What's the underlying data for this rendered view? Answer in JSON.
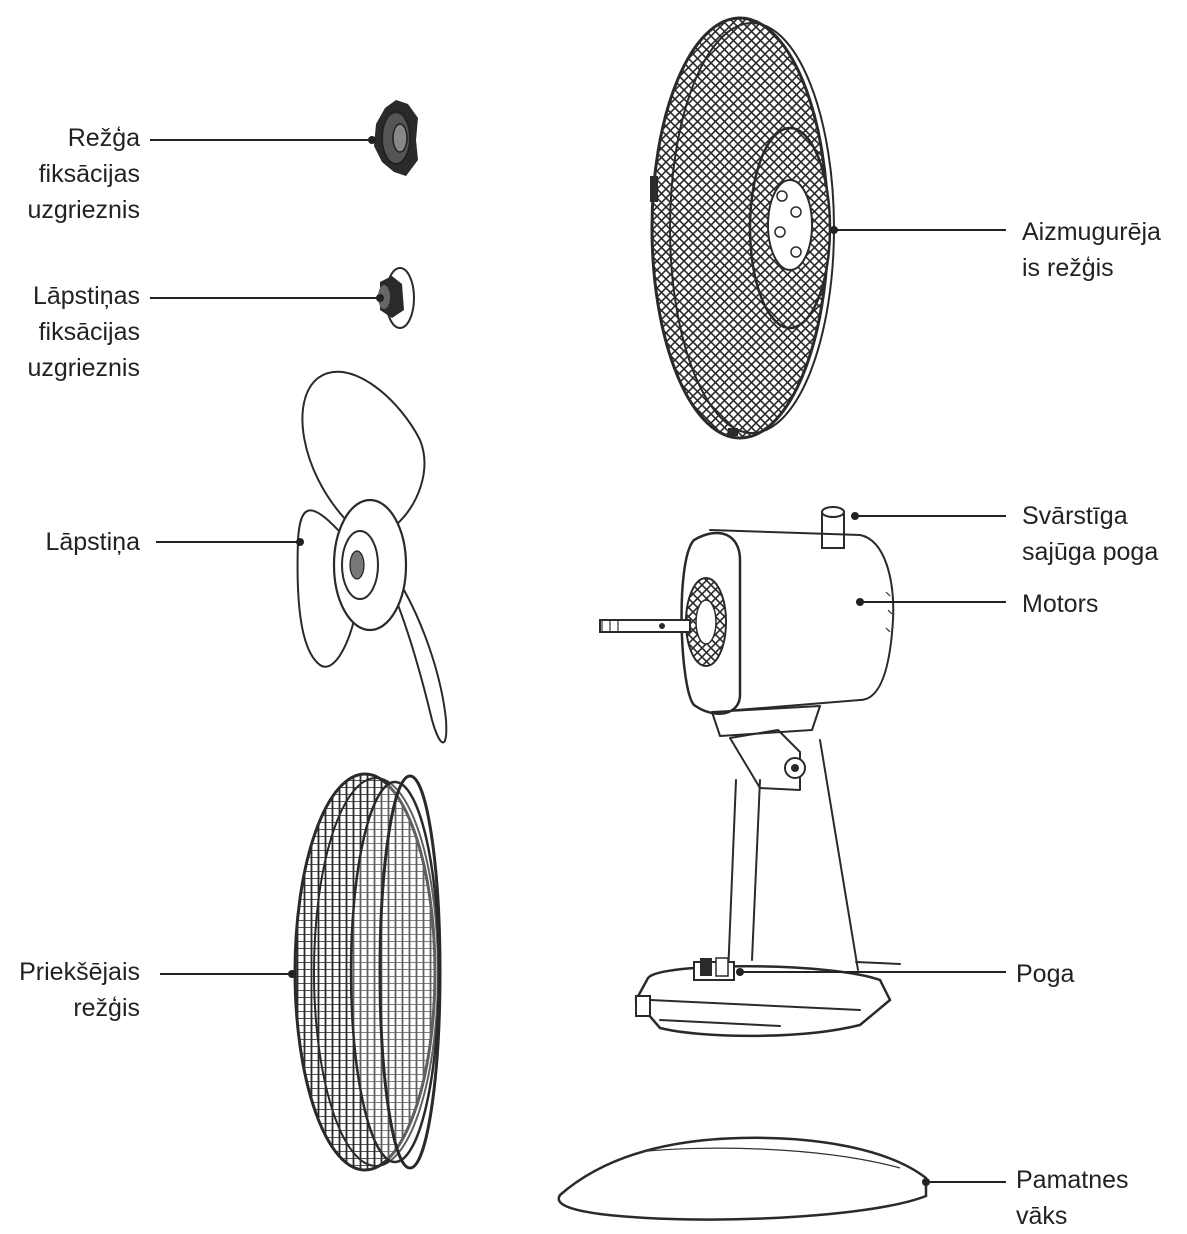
{
  "labels": {
    "grid_nut": [
      "Režģa",
      "fiksācijas",
      "uzgrieznis"
    ],
    "blade_nut": [
      "Lāpstiņas",
      "fiksācijas",
      "uzgrieznis"
    ],
    "blade": [
      "Lāpstiņa"
    ],
    "front_grille": [
      "Priekšējais",
      "režģis"
    ],
    "rear_grille": [
      "Aizmugurēja",
      "is režģis"
    ],
    "oscillation_knob": [
      "Svārstīga",
      "sajūga poga"
    ],
    "motor": [
      "Motors"
    ],
    "button": [
      "Poga"
    ],
    "base_cover": [
      "Pamatnes",
      "vāks"
    ]
  }
}
